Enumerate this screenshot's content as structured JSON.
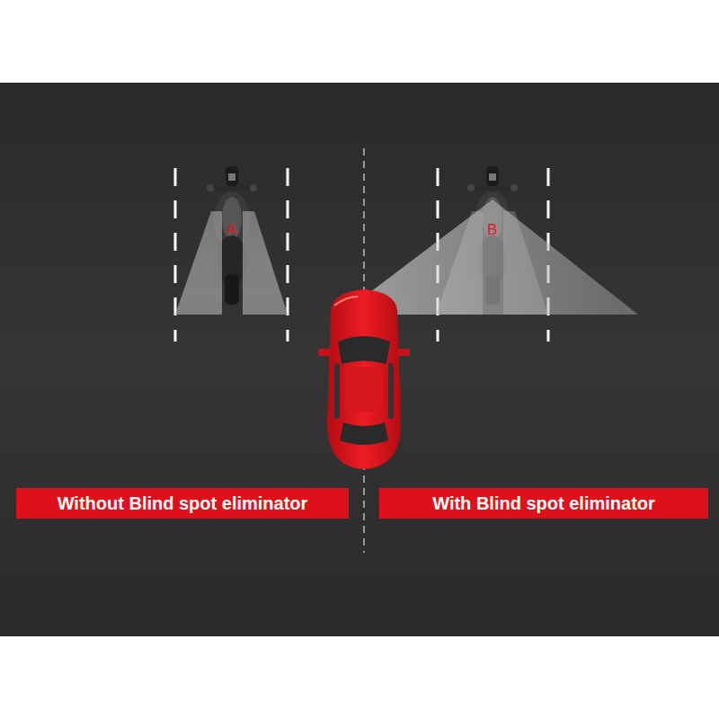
{
  "diagram": {
    "nodes": [
      {
        "text": [
          "Without Blind spot eliminator"
        ]
      },
      {
        "text": [
          "With Blind spot eliminator"
        ]
      }
    ],
    "labels": [
      "A",
      "B"
    ]
  }
}
